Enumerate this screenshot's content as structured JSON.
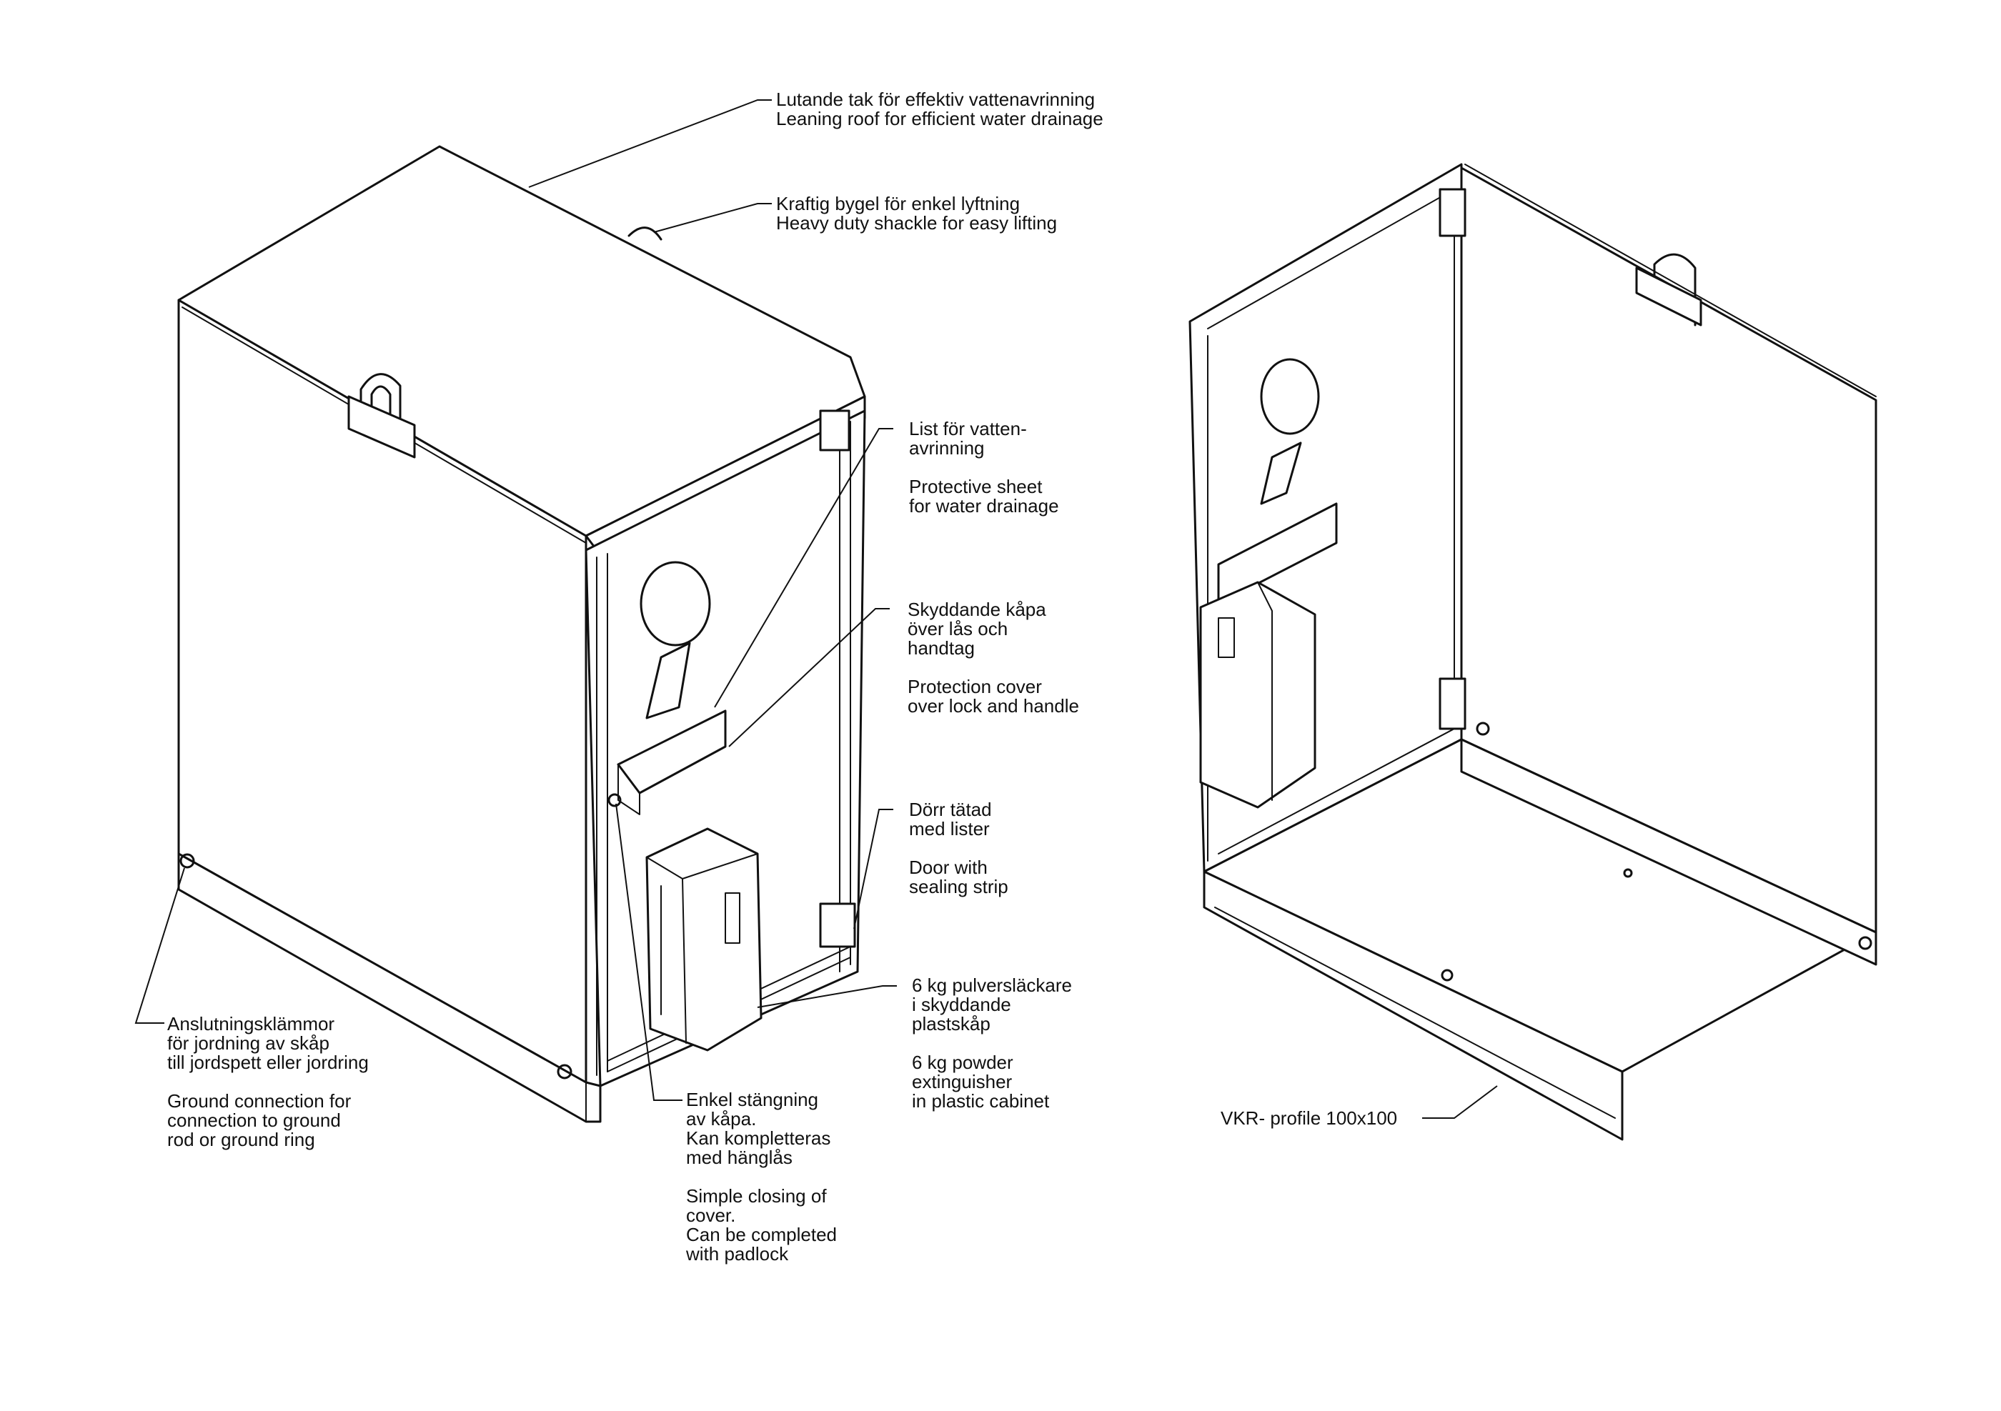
{
  "callouts": {
    "roof": [
      "Lutande tak för effektiv vattenavrinning",
      "Leaning roof for efficient water drainage"
    ],
    "shackle": [
      "Kraftig bygel för enkel lyftning",
      "Heavy duty shackle for easy lifting"
    ],
    "list_sv": [
      "List för vatten-",
      "avrinning"
    ],
    "list_en": [
      "Protective sheet",
      "for water drainage"
    ],
    "cover_sv": [
      "Skyddande kåpa",
      "över lås och",
      "handtag"
    ],
    "cover_en": [
      "Protection cover",
      "over lock and handle"
    ],
    "door_sv": [
      "Dörr tätad",
      "med lister"
    ],
    "door_en": [
      "Door with",
      "sealing strip"
    ],
    "ext_sv": [
      "6 kg pulversläckare",
      "i skyddande",
      "plastskåp"
    ],
    "ext_en": [
      "6 kg powder",
      "extinguisher",
      "in plastic cabinet"
    ],
    "ground_sv": [
      "Anslutningsklämmor",
      "för jordning av skåp",
      "till jordspett eller jordring"
    ],
    "ground_en": [
      "Ground connection for",
      "connection to ground",
      "rod or ground ring"
    ],
    "closing_sv": [
      "Enkel stängning",
      "av kåpa.",
      "Kan kompletteras",
      "med hänglås"
    ],
    "closing_en": [
      "Simple closing of",
      "cover.",
      "Can be completed",
      "with padlock"
    ],
    "vkr": "VKR- profile 100x100"
  }
}
